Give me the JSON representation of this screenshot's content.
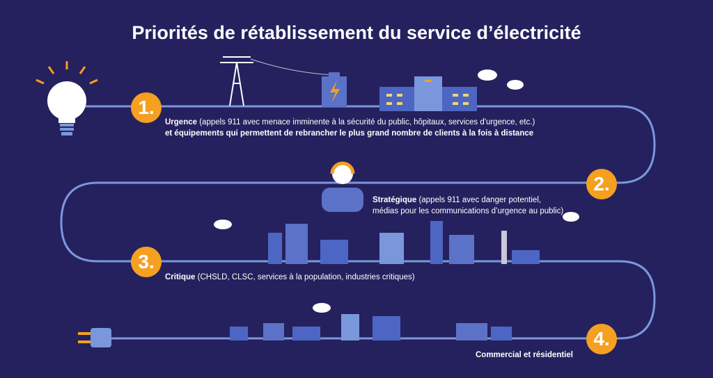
{
  "title": "Priorités de rétablissement du service d’électricité",
  "colors": {
    "background": "#25215e",
    "path": "#7b97dc",
    "accent": "#f5a020"
  },
  "steps": [
    {
      "number": "1.",
      "label": "Urgence",
      "text": " (appels 911 avec menace imminente à la sécurité du public, hôpitaux, services d'urgence, etc.)",
      "text2": "et équipements qui permettent de rebrancher le plus grand nombre de clients à la fois à distance"
    },
    {
      "number": "2.",
      "label": "Stratégique",
      "text": " (appels 911 avec danger potentiel,",
      "text2": "médias pour les communications d’urgence au public)"
    },
    {
      "number": "3.",
      "label": "Critique",
      "text": " (CHSLD, CLSC, services à la population, industries critiques)"
    },
    {
      "number": "4.",
      "label": "Commercial et résidentiel"
    }
  ]
}
